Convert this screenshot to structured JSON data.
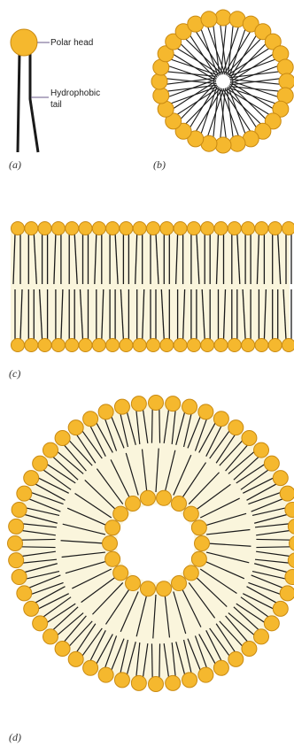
{
  "labels": {
    "polar_head": "Polar head",
    "hydrophobic_line1": "Hydrophobic",
    "hydrophobic_line2": "tail"
  },
  "panels": {
    "a": "(a)",
    "b": "(b)",
    "c": "(c)",
    "d": "(d)"
  },
  "colors": {
    "head_fill": "#F5B82E",
    "head_stroke": "#C98A12",
    "tail": "#1a1a1a",
    "core_fill": "#FAF5DC",
    "annotation_line": "#6a5a8a"
  }
}
